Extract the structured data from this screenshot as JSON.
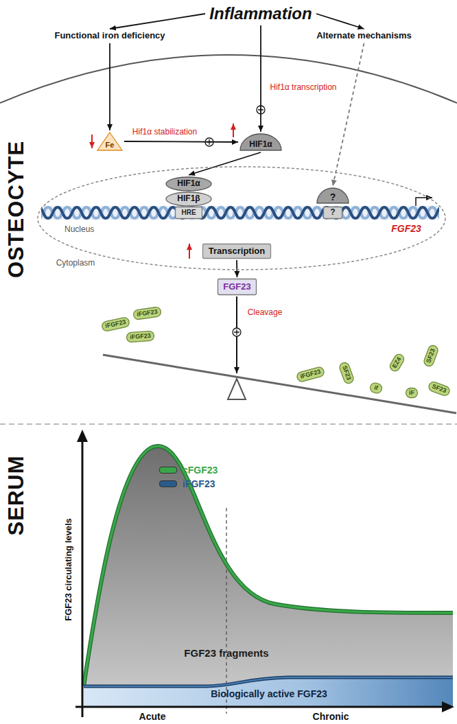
{
  "diagram": {
    "nodes": [
      {
        "text": [
          "Inflammation"
        ]
      },
      {
        "text": [
          "Functional iron deficiency"
        ]
      },
      {
        "text": [
          "Alternate mechanisms"
        ]
      },
      {
        "text": [
          "Fe"
        ]
      },
      {
        "text": [
          "HIF1α"
        ]
      },
      {
        "text": [
          "Nucleus"
        ]
      },
      {
        "text": [
          "HIF1α"
        ],
        "in": 5
      },
      {
        "text": [
          "HIF1β"
        ],
        "in": 5
      },
      {
        "text": [
          "HRE"
        ],
        "in": 5
      },
      {
        "text": [
          "?"
        ],
        "in": 5
      },
      {
        "text": [
          "?"
        ],
        "in": 5
      },
      {
        "text": [
          "Transcription"
        ],
        "in": 5
      },
      {
        "text": [
          "FGF23"
        ]
      },
      {
        "text": [
          "iFGF23"
        ]
      },
      {
        "text": [
          "iFGF23"
        ]
      },
      {
        "text": [
          "iFGF23"
        ]
      },
      {
        "text": [
          "iFGF23"
        ]
      },
      {
        "text": [
          "SF23"
        ]
      },
      {
        "text": [
          "if"
        ]
      },
      {
        "text": [
          "EZ4"
        ]
      },
      {
        "text": [
          "iF"
        ]
      },
      {
        "text": [
          "SF23"
        ]
      },
      {
        "text": [
          "SF23"
        ]
      }
    ],
    "edges": [
      {
        "from": 0,
        "to": 1,
        "arrow": "to"
      },
      {
        "from": 0,
        "to": 2,
        "arrow": "to"
      },
      {
        "from": 0,
        "to": 4,
        "label": "Hif1α transcription",
        "arrow": "to"
      },
      {
        "from": 1,
        "to": 3,
        "arrow": "to"
      },
      {
        "from": 3,
        "to": 4,
        "label": "Hif1α stabilization",
        "arrow": "to"
      },
      {
        "from": 4,
        "to": 6,
        "arrow": "to"
      },
      {
        "from": 2,
        "to": 9,
        "arrow": "to"
      },
      {
        "from": 11,
        "to": 12,
        "arrow": "to"
      }
    ],
    "labels": [
      "Cytoplasm",
      "FGF23",
      "Cleavage",
      "OSTEOCYTE",
      "SERUM",
      "FGF23 circulating levels",
      "FGF23 fragments",
      "Biologically active FGF23",
      "Acute",
      "Chronic"
    ],
    "legend": [
      {
        "text": "cFGF23",
        "color": "#3aa64a"
      },
      {
        "text": "iFGF23",
        "color": "#2a5a8a"
      }
    ]
  }
}
